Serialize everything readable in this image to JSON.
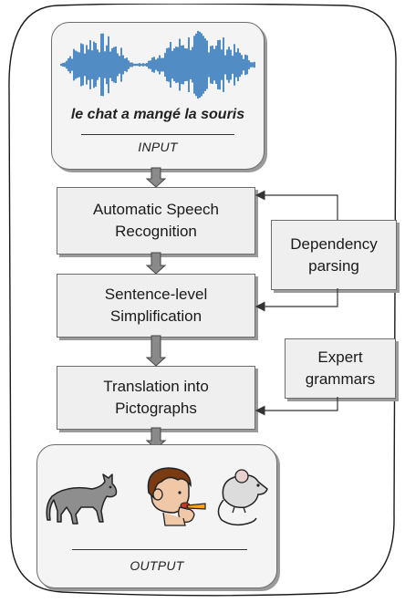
{
  "input": {
    "sentence": "le chat a mangé la souris",
    "caption": "INPUT",
    "waveform_color": "#2a72b8"
  },
  "pipeline": {
    "asr": [
      "Automatic Speech",
      "Recognition"
    ],
    "simplification": [
      "Sentence-level",
      "Simplification"
    ],
    "translation": [
      "Translation into",
      "Pictographs"
    ]
  },
  "resources": {
    "dependency": [
      "Dependency",
      "parsing"
    ],
    "grammars": [
      "Expert",
      "grammars"
    ]
  },
  "output": {
    "caption": "OUTPUT",
    "pictographs": [
      "cat-icon",
      "person-eating-icon",
      "mouse-icon"
    ]
  },
  "colors": {
    "box_fill": "#efefef",
    "border": "#6d6d6d",
    "shadow": "#9a9a9a",
    "arrow_fill": "#8a8a8a"
  }
}
